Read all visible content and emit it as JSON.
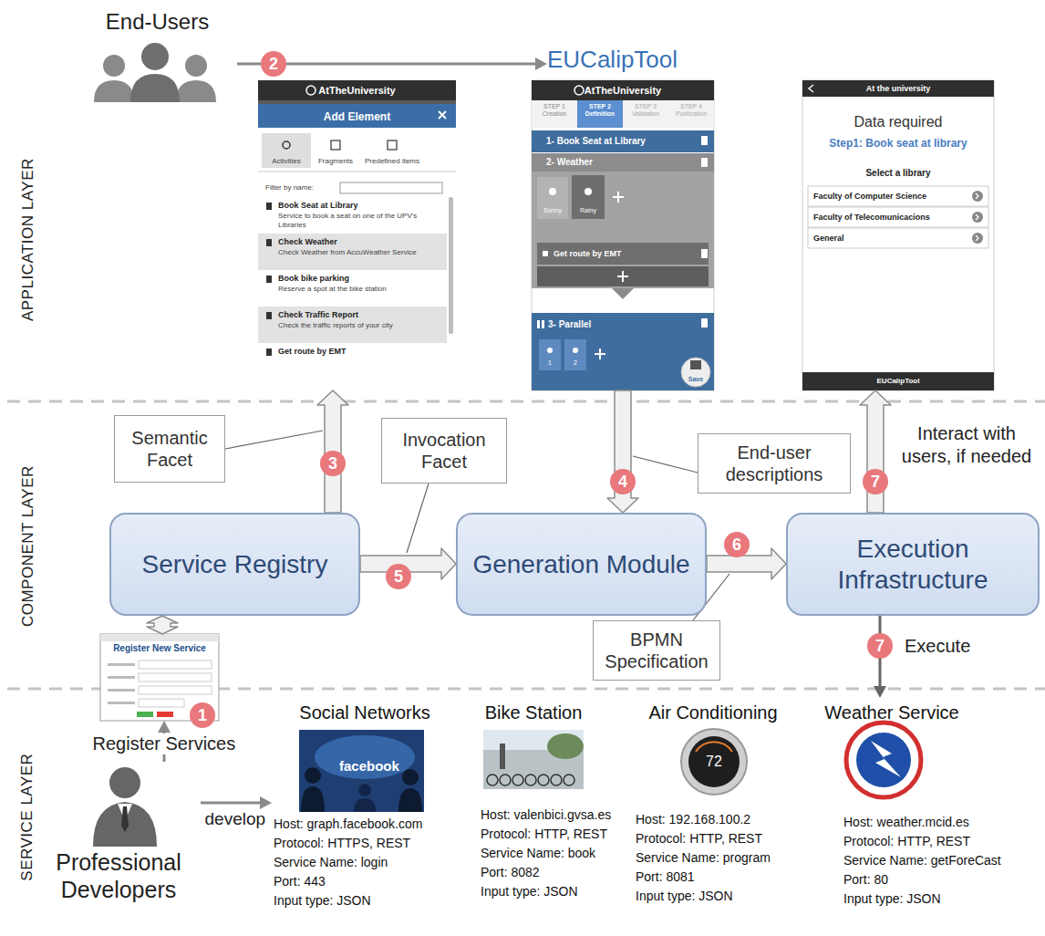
{
  "diagram": {
    "nodes": [
      {
        "text": [
          "End-Users"
        ]
      },
      {
        "text": [
          "EUCalipTool"
        ]
      },
      {
        "text": [
          "AtTheUniversity",
          "Add Element",
          "Activities",
          "Fragments",
          "Predefined items",
          "Filter by name:",
          "Book Seat at Library",
          "Service to book a seat on one of the UPV's Libraries",
          "Check Weather",
          "Check Weather from AccuWeather Service",
          "Book bike parking",
          "Reserve a spot at the bike station",
          "Check Traffic Report",
          "Check the traffic reports of your city",
          "Get route by EMT"
        ]
      },
      {
        "text": [
          "AtTheUniversity",
          "STEP 1 Creation",
          "STEP 2 Definition",
          "STEP 3 Validation",
          "STEP 4 Publication",
          "1- Book Seat at Library",
          "2- Weather",
          "Sunny",
          "Rainy",
          "Get route by EMT",
          "3- Parallel",
          "1",
          "2",
          "Save"
        ]
      },
      {
        "text": [
          "At the university",
          "Data required",
          "Step1: Book seat at library",
          "Select a library",
          "Faculty of Computer Science",
          "Faculty of Telecomunicacions",
          "General",
          "EUCalipTool"
        ]
      },
      {
        "text": [
          "Semantic Facet"
        ]
      },
      {
        "text": [
          "Invocation Facet"
        ]
      },
      {
        "text": [
          "End-user descriptions"
        ]
      },
      {
        "text": [
          "Service Registry"
        ]
      },
      {
        "text": [
          "Generation Module"
        ]
      },
      {
        "text": [
          "Execution Infrastructure"
        ]
      },
      {
        "text": [
          "BPMN Specification"
        ]
      },
      {
        "text": [
          "Register New Service"
        ]
      },
      {
        "text": [
          "Professional Developers"
        ]
      },
      {
        "text": [
          "Social Networks",
          "Host: graph.facebook.com",
          "Protocol: HTTPS, REST",
          "Service Name: login",
          "Port: 443",
          "Input type: JSON"
        ]
      },
      {
        "text": [
          "Bike Station",
          "Host: valenbici.gvsa.es",
          "Protocol: HTTP, REST",
          "Service Name: book",
          "Port: 8082",
          "Input type: JSON"
        ]
      },
      {
        "text": [
          "Air Conditioning",
          "Host: 192.168.100.2",
          "Protocol: HTTP, REST",
          "Service Name: program",
          "Port: 8081",
          "Input type: JSON"
        ]
      },
      {
        "text": [
          "Weather Service",
          "Host: weather.mcid.es",
          "Protocol: HTTP, REST",
          "Service Name: getForeCast",
          "Port: 80",
          "Input type: JSON"
        ]
      }
    ],
    "edges": [
      {
        "from": 0,
        "to": 1,
        "arrow": "to",
        "label": "2"
      },
      {
        "from": 8,
        "to": 2,
        "arrow": "to",
        "label": "3"
      },
      {
        "from": 3,
        "to": 9,
        "arrow": "to",
        "label": "4"
      },
      {
        "from": 8,
        "to": 9,
        "arrow": "to",
        "label": "5"
      },
      {
        "from": 9,
        "to": 10,
        "arrow": "to",
        "label": "6"
      },
      {
        "from": 10,
        "to": 4,
        "arrow": "to",
        "label": "7"
      },
      {
        "from": 10,
        "to": 17,
        "arrow": "to",
        "label": "7"
      },
      {
        "from": 8,
        "to": 12,
        "arrow": "both"
      },
      {
        "from": 13,
        "to": 12,
        "arrow": "to",
        "label": "Register Services"
      },
      {
        "from": 13,
        "to": 14,
        "arrow": "to",
        "label": "develop"
      }
    ],
    "labels": [
      "APPLICATION LAYER",
      "COMPONENT LAYER",
      "SERVICE LAYER",
      "Interact with users, if needed",
      "Execute",
      "1",
      "facebook",
      "72"
    ]
  }
}
